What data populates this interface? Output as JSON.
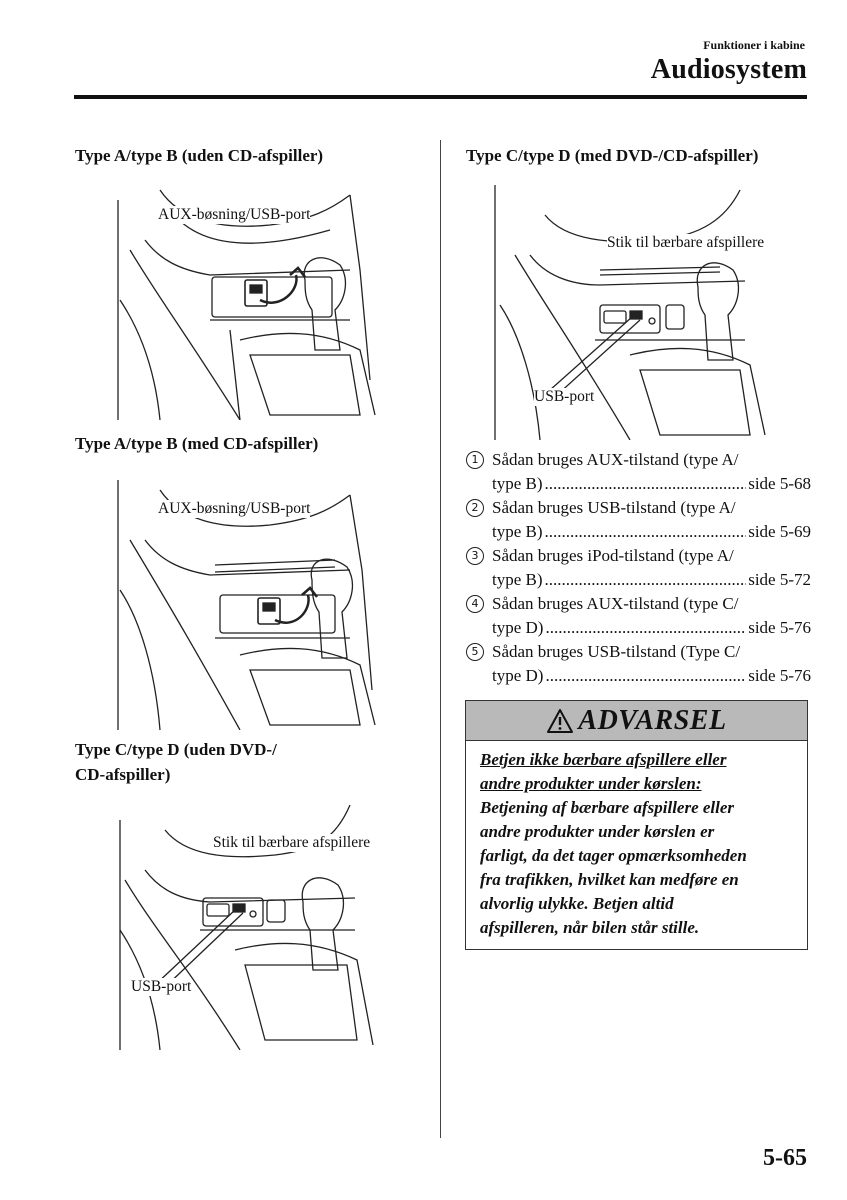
{
  "header": {
    "section": "Funktioner i kabine",
    "title": "Audiosystem"
  },
  "left_column": {
    "heading1": "Type A/type B (uden CD-afspiller)",
    "fig1_label": "AUX-bøsning/USB-port",
    "heading2": "Type A/type B (med CD-afspiller)",
    "fig2_label": "AUX-bøsning/USB-port",
    "heading3_line1": "Type C/type D (uden DVD-/",
    "heading3_line2": "CD-afspiller)",
    "fig3_label1": "Stik til bærbare afspillere",
    "fig3_label2": "USB-port"
  },
  "right_column": {
    "heading": "Type C/type D (med DVD-/CD-afspiller)",
    "fig_label1": "Stik til bærbare afspillere",
    "fig_label2": "USB-port",
    "toc": [
      {
        "num": "1",
        "line1": "Sådan bruges AUX-tilstand (type A/",
        "line2": "type B)",
        "page": "side 5-68"
      },
      {
        "num": "2",
        "line1": "Sådan bruges USB-tilstand (type A/",
        "line2": "type B)",
        "page": "side 5-69"
      },
      {
        "num": "3",
        "line1": "Sådan bruges iPod-tilstand (type A/",
        "line2": "type B)",
        "page": "side 5-72"
      },
      {
        "num": "4",
        "line1": "Sådan bruges AUX-tilstand (type C/",
        "line2": "type D)",
        "page": " side 5-76"
      },
      {
        "num": "5",
        "line1": "Sådan bruges USB-tilstand (Type C/",
        "line2": "type D)",
        "page": " side 5-76"
      }
    ]
  },
  "warning": {
    "title": "ADVARSEL",
    "subtitle_line1": "Betjen ikke bærbare afspillere eller",
    "subtitle_line2": "andre produkter under kørslen:",
    "body": [
      "Betjening af bærbare afspillere eller",
      "andre produkter under kørslen er",
      "farligt, da det tager opmærksomheden",
      "fra trafikken, hvilket kan medføre en",
      "alvorlig ulykke. Betjen altid",
      "afspilleren, når bilen står stille."
    ]
  },
  "page_number": "5-65",
  "icons": {
    "warning": "warning-triangle-icon"
  }
}
